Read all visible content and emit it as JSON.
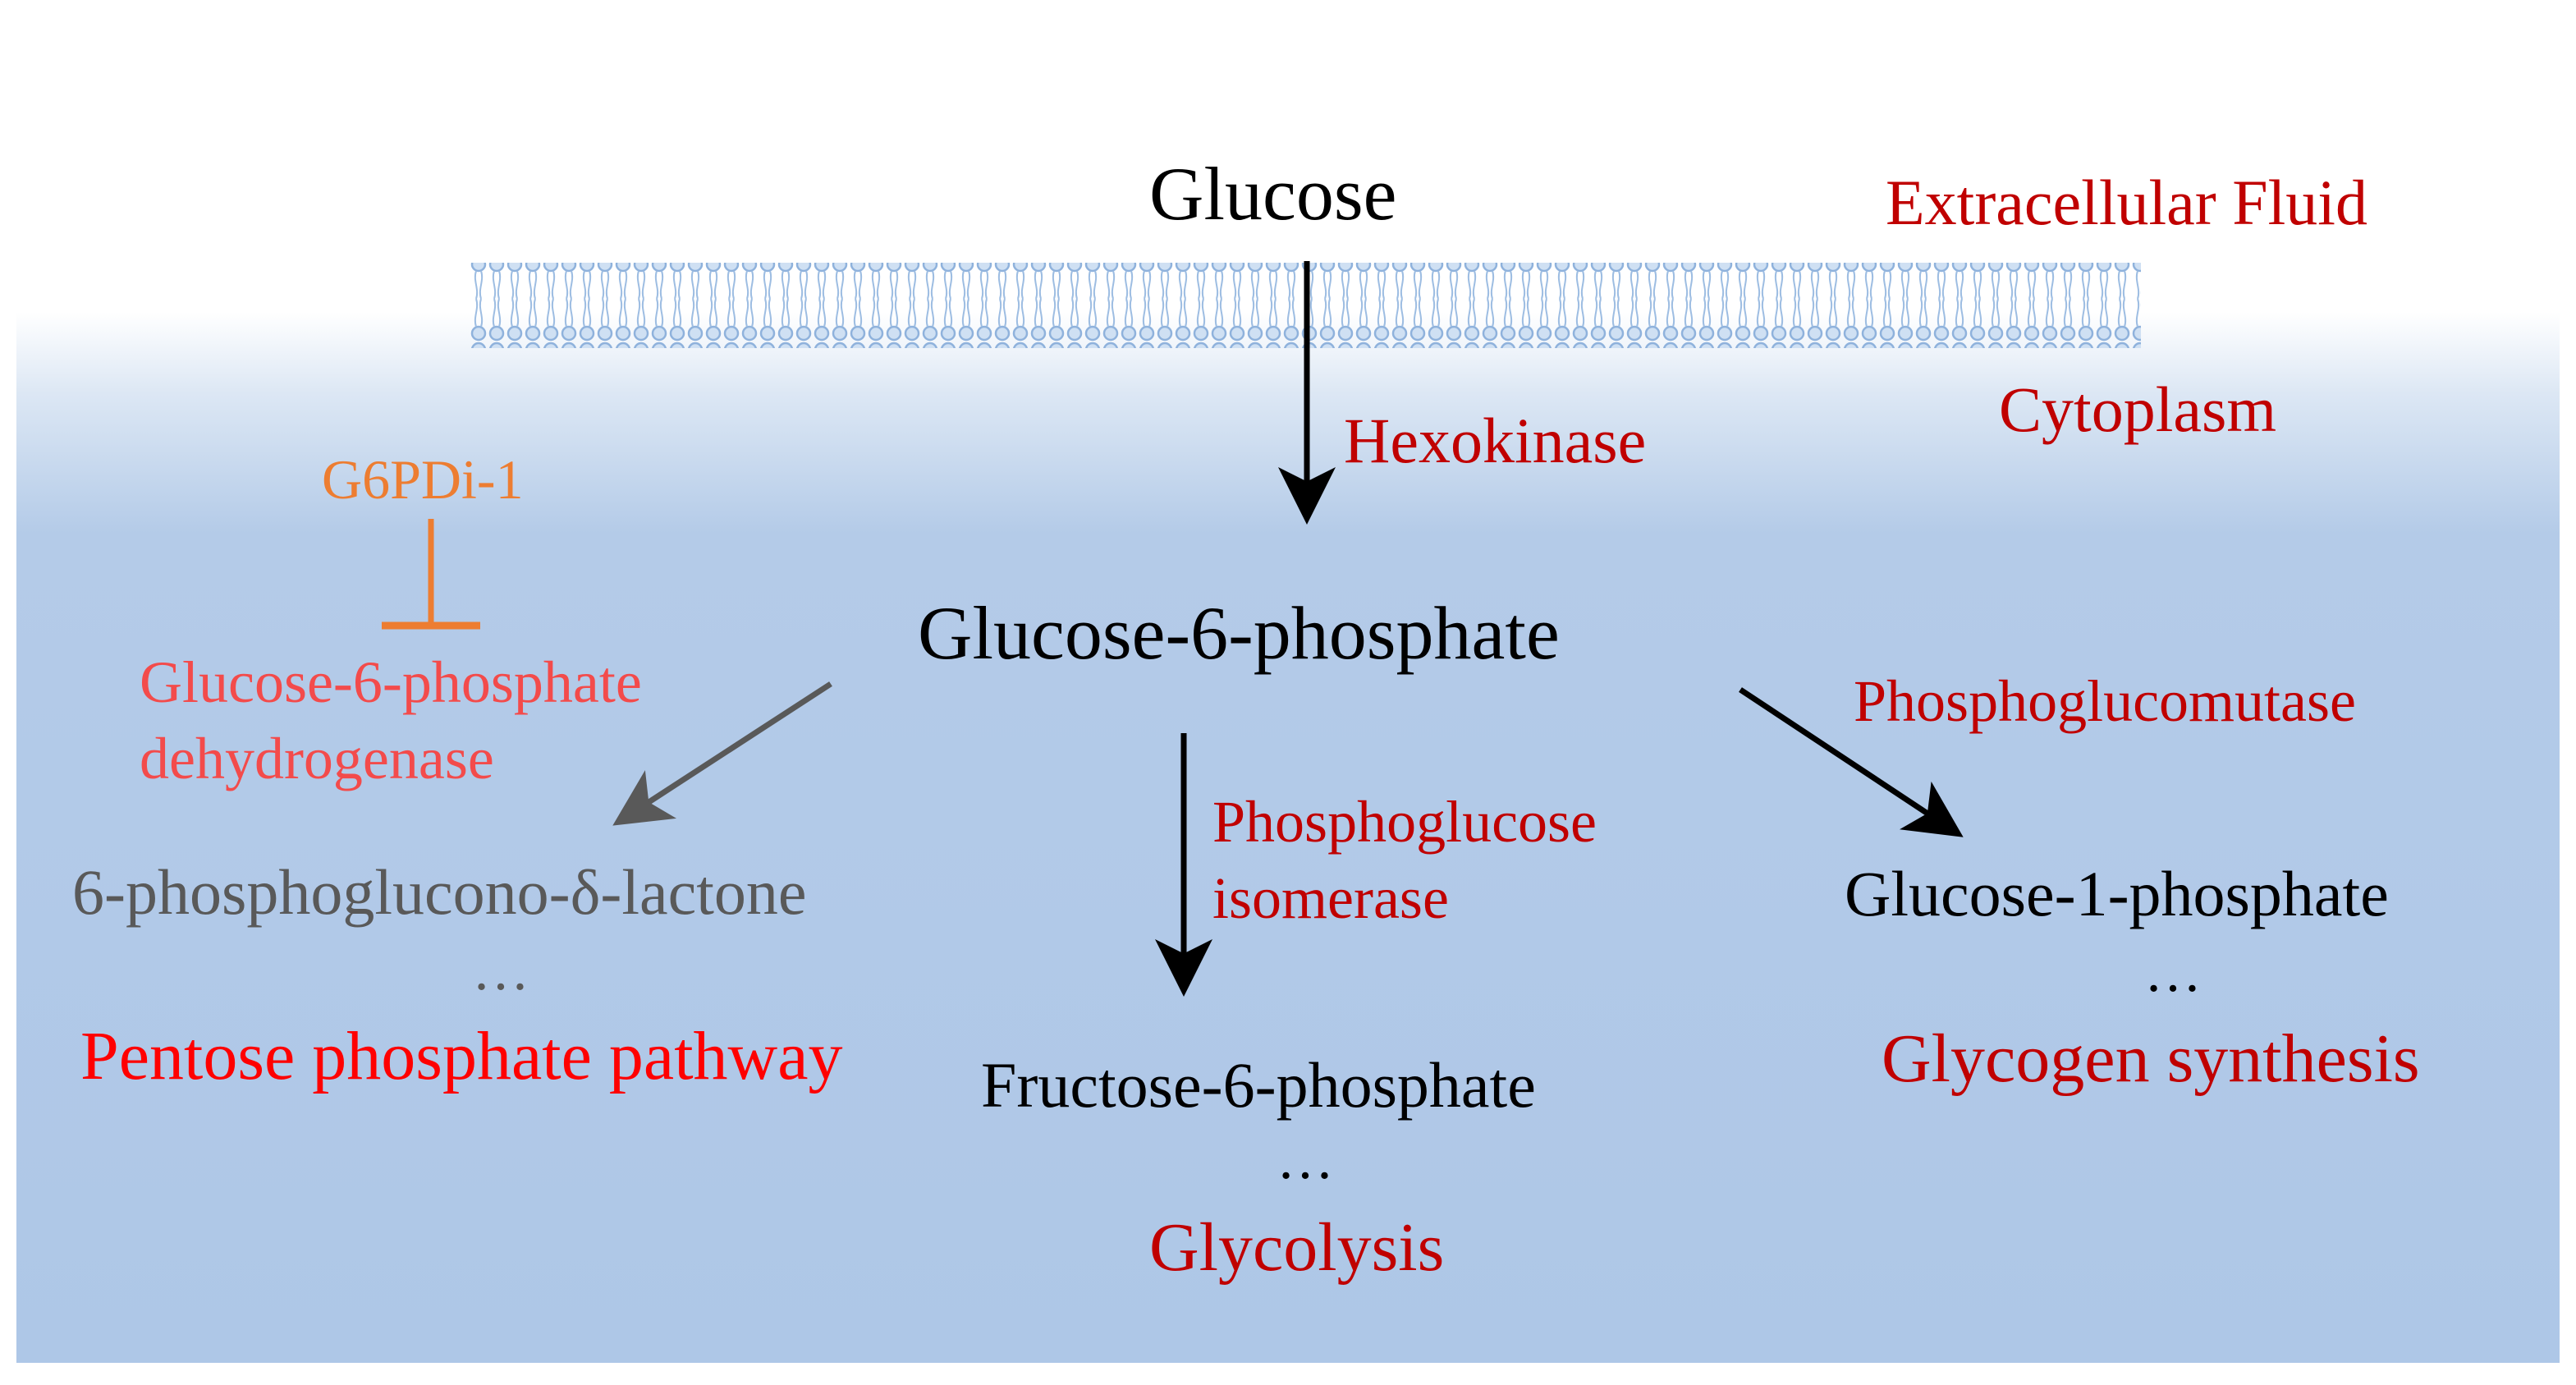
{
  "colors": {
    "metabolite": "#000000",
    "enzyme": "#c00000",
    "pathway": "#ff0000",
    "pentose_branch": "#595959",
    "inhibitor": "#ed7d31",
    "inhibited_enzyme": "#f34b4b",
    "membrane": "#8fb2dc",
    "background_top": "#ffffff",
    "background_bottom": "#aec7e7"
  },
  "compartments": {
    "outside": "Extracellular Fluid",
    "inside": "Cytoplasm"
  },
  "nodes": {
    "glucose": "Glucose",
    "g6p": "Glucose-6-phosphate",
    "lactone": "6-phosphoglucono-δ-lactone",
    "f6p": "Fructose-6-phosphate",
    "g1p": "Glucose-1-phosphate"
  },
  "enzymes": {
    "hexokinase": "Hexokinase",
    "g6pd_line1": "Glucose-6-phosphate",
    "g6pd_line2": "dehydrogenase",
    "pgi_line1": "Phosphoglucose",
    "pgi_line2": "isomerase",
    "pgm": "Phosphoglucomutase"
  },
  "inhibitor": {
    "name": "G6PDi-1",
    "target": "Glucose-6-phosphate dehydrogenase"
  },
  "pathways": {
    "pentose": "Pentose phosphate pathway",
    "glycolysis": "Glycolysis",
    "glycogen": "Glycogen synthesis"
  },
  "ellipsis": "…",
  "edges": [
    {
      "from": "Glucose",
      "to": "Glucose-6-phosphate",
      "label": "Hexokinase"
    },
    {
      "from": "Glucose-6-phosphate",
      "to": "6-phosphoglucono-δ-lactone",
      "label": "Glucose-6-phosphate dehydrogenase"
    },
    {
      "from": "Glucose-6-phosphate",
      "to": "Fructose-6-phosphate",
      "label": "Phosphoglucose isomerase"
    },
    {
      "from": "Glucose-6-phosphate",
      "to": "Glucose-1-phosphate",
      "label": "Phosphoglucomutase"
    }
  ]
}
